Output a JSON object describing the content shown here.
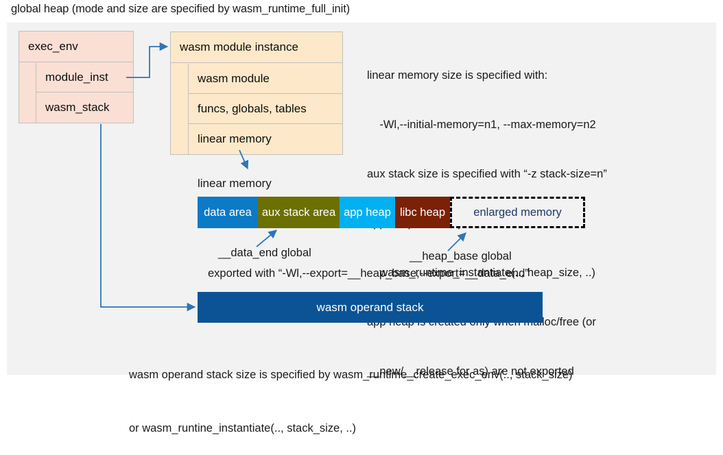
{
  "title": "global heap (mode and size are specified by wasm_runtime_full_init)",
  "colors": {
    "panel_bg": "#f2f2f2",
    "exec_env_fill": "#fadfd4",
    "module_instance_fill": "#fde9c9",
    "box_border": "#bfbfbf",
    "arrow": "#2e75b6",
    "data_area": "#0b7ac7",
    "aux_stack_area": "#6b7000",
    "app_heap": "#00b0f0",
    "libc_heap": "#7b2105",
    "enlarged_memory_text": "#1f3864",
    "operand_stack": "#0b5394"
  },
  "exec_env": {
    "header": "exec_env",
    "fields": [
      {
        "label": "module_inst"
      },
      {
        "label": "wasm_stack"
      }
    ]
  },
  "module_instance": {
    "header": "wasm module instance",
    "fields": [
      {
        "label": "wasm module"
      },
      {
        "label": "funcs, globals, tables"
      },
      {
        "label": "linear memory"
      }
    ]
  },
  "notes": {
    "lines": [
      "linear memory size is specified with:",
      "    -Wl,--initial-memory=n1, --max-memory=n2",
      "aux stack size is specified with “-z stack-size=n”",
      "app heap size is specified with:",
      "    wasm_runtime_instantiate(.., heap_size, ..)",
      "app heap is created only when malloc/free (or",
      "__new/__release for as) are not exported"
    ]
  },
  "linear_memory": {
    "label": "linear memory",
    "segments": [
      {
        "label": "data area",
        "color": "#0b7ac7",
        "width": 88,
        "dashed": false
      },
      {
        "label": "aux stack area",
        "color": "#6b7000",
        "width": 119,
        "dashed": false
      },
      {
        "label": "app heap",
        "color": "#00b0f0",
        "width": 81,
        "dashed": false
      },
      {
        "label": "libc heap",
        "color": "#7b2105",
        "width": 80,
        "dashed": false
      },
      {
        "label": "enlarged memory",
        "color": "#f2f2f2",
        "width": 197,
        "dashed": true
      }
    ]
  },
  "annotations": {
    "data_end": "__data_end global",
    "heap_base": "__heap_base global",
    "exported_with": "exported with “-Wl,--export=__heap_base,--export=__data_end”"
  },
  "operand_stack": {
    "label": "wasm operand stack"
  },
  "bottom_note": {
    "lines": [
      "wasm operand stack size is specified by wasm_runtime_create_exec_env(.., stack_size)",
      "or wasm_runtine_instantiate(.., stack_size, ..)"
    ]
  }
}
